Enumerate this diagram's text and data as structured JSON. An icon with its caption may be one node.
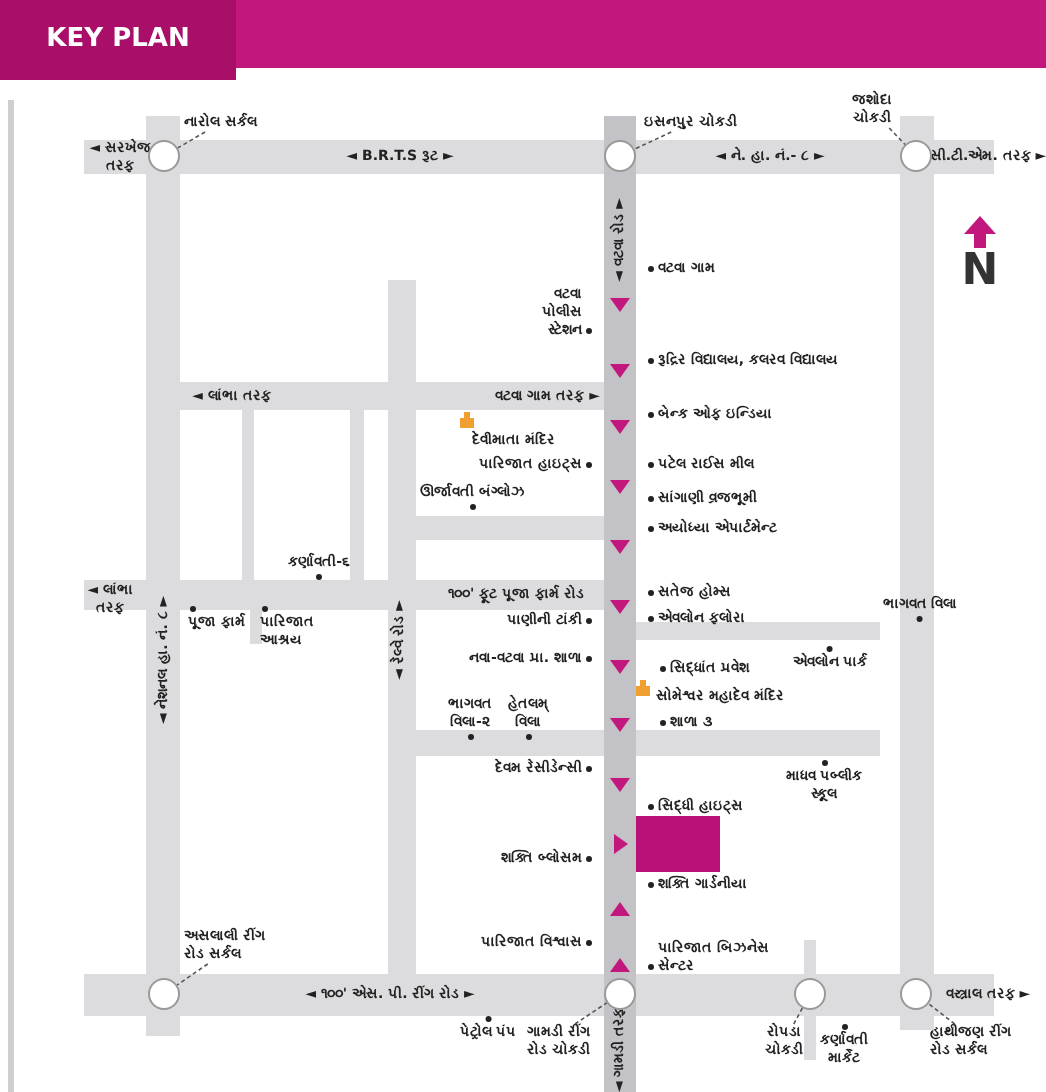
{
  "diagram": {
    "title": "KEY PLAN",
    "nodes": [
      {
        "text": [
          "નારોલ સર્કલ"
        ]
      },
      {
        "text": [],
        "shape": "circle"
      },
      {
        "text": [
          "ઇસનપુર ચોકડી"
        ]
      },
      {
        "text": [],
        "shape": "circle"
      },
      {
        "text": [
          "જશોદા ચોકડી"
        ]
      },
      {
        "text": [],
        "shape": "circle"
      },
      {
        "text": [
          "અસલાલી રીંગ રોડ સર્કલ"
        ]
      },
      {
        "text": [],
        "shape": "circle"
      },
      {
        "text": [
          "ગામડી રીંગ રોડ ચોકડી"
        ]
      },
      {
        "text": [],
        "shape": "circle"
      },
      {
        "text": [
          "રોપડા ચોકડી"
        ]
      },
      {
        "text": [],
        "shape": "circle"
      },
      {
        "text": [
          "હાથીજણ રીંગ રોડ સર્કલ"
        ]
      },
      {
        "text": [],
        "shape": "circle"
      }
    ],
    "edges": [
      {
        "from": 0,
        "to": 1,
        "arrow": "none",
        "style": "dashed"
      },
      {
        "from": 2,
        "to": 3,
        "arrow": "none",
        "style": "dashed"
      },
      {
        "from": 4,
        "to": 5,
        "arrow": "none",
        "style": "dashed"
      },
      {
        "from": 6,
        "to": 7,
        "arrow": "none",
        "style": "dashed"
      },
      {
        "from": 8,
        "to": 9,
        "arrow": "none",
        "style": "dashed"
      },
      {
        "from": 10,
        "to": 11,
        "arrow": "none",
        "style": "dashed"
      },
      {
        "from": 12,
        "to": 13,
        "arrow": "none",
        "style": "dashed"
      }
    ],
    "labels": [
      "◄ સરખેજ તરફ",
      "◄ B.R.T.S રૂટ ►",
      "◄ ને. હા. નં.- ૮ ►",
      "સી.ટી.એમ. તરફ ►",
      "N",
      "◄ વટવા રોડ ►",
      "વટવા ગામ",
      "વટવા પોલીસ સ્ટેશન",
      "રૂદ્રિર વિદ્યાલય, કલરવ વિદ્યાલય",
      "બેન્ક ઓફ ઇન્ડિયા",
      "◄ લાંભા તરફ",
      "વટવા ગામ તરફ ►",
      "દેવીમાતા મંદિર",
      "પારિજાત હાઇટ્સ",
      "પટેલ રાઈસ મીલ",
      "ઊર્જાવતી બંગ્લોઝ",
      "સાંગાણી વ્રજભૂમી",
      "અયોધ્યા એપાર્ટમેન્ટ",
      "કર્ણાવતી-૬",
      "◄ લાંભા તરફ",
      "◄ નેશનલ હા. નં. ૮ ►",
      "૧૦૦' ફૂટ પૂજા ફાર્મ રોડ",
      "સતેજ હોમ્સ",
      "પૂજા ફાર્મ",
      "પારિજાત આશ્રય",
      "પાણીની ટાંકી",
      "એવલોન ફલોરા",
      "ભાગવત વિલા",
      "◄ રેલ્વે રોડ ►",
      "નવા-વટવા પ્રા. શાળા",
      "એવલોન પાર્ક",
      "સિદ્ધાંત પ્રવેશ",
      "સોમેશ્વર મહાદેવ મંદિર",
      "ભાગવત વિલા-૨",
      "હેતલમ્ વિલા",
      "શાળા ૩",
      "દેવમ રેસીડેન્સી",
      "માધવ પબ્લીક સ્કૂલ",
      "સિદ્ધી હાઇટ્સ",
      "શક્તિ બ્લોસમ",
      "શક્તિ ગાર્ડનીયા",
      "પારિજાત વિશ્વાસ",
      "પારિજાત બિઝનેસ સેન્ટર",
      "◄ ૧૦૦' એસ. પી. રીંગ રોડ ►",
      "પેટ્રોલ પંપ",
      "◄ ગામડી તરફ",
      "કર્ણાવતી માર્કેટ",
      "વસ્ત્રાલ તરફ ►"
    ]
  }
}
